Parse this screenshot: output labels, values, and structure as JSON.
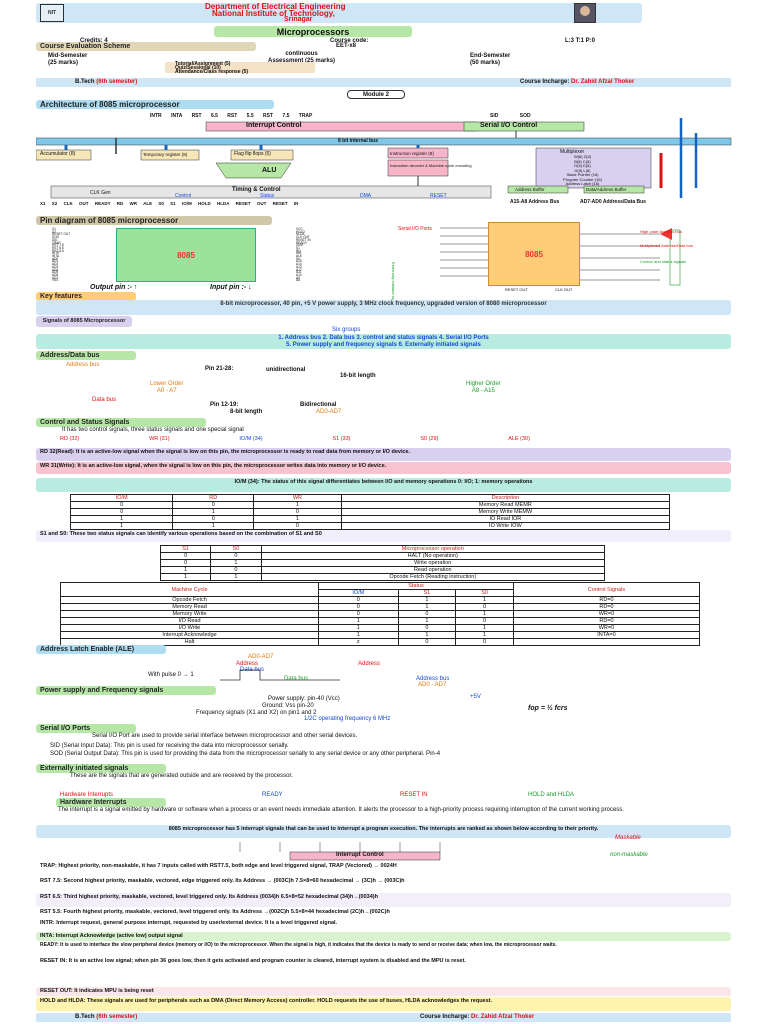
{
  "header": {
    "dept": "Department of Electrical Engineering",
    "inst": "National Institute of Technology,",
    "city": "Srinagar"
  },
  "course": {
    "credits": "Credits: 4",
    "code_label": "Course code:",
    "code": "EET-x8",
    "ltp": "L:3     T:1     P:0",
    "title": "Microprocessors"
  },
  "eval": {
    "title": "Course Evaluation Scheme",
    "mid": "Mid-Semester",
    "mid_marks": "(25 marks)",
    "cont": "continuous",
    "cont_marks": "Assessment (25 marks)",
    "end": "End-Semester",
    "end_marks": "(50 marks)",
    "tut": "Tutorial/Assignment (5)",
    "quiz": "Quiz/Sessional (10)",
    "att": "Attendance/Class response (5)"
  },
  "footer": {
    "btech": "B.Tech",
    "sem": "(6th semester)",
    "incharge_label": "Course Incharge:",
    "incharge": "Dr. Zahid Afzal Thoker"
  },
  "module": "Module 2",
  "arch": {
    "title": "Architecture of 8085 microprocessor",
    "interrupt": "Interrupt Control",
    "serial": "Serial I/O Control",
    "bus": "8 bit internal bus",
    "acc": "Accumulator (8)",
    "temp": "Temporary register (8)",
    "flag": "Flag flip flops (5)",
    "ir": "Instruction register (8)",
    "dec": "Instruction decoder & Machine cycle encoding",
    "alu": "ALU",
    "timing": "Timing & Control",
    "clk": "CLK Gen",
    "control": "Control",
    "status": "Status",
    "dma": "DMA",
    "reset": "RESET",
    "mux": "Multiplexer",
    "regs": [
      "W(8)  Z(8)",
      "B(8)  C(8)",
      "D(8)  E(8)",
      "H(8)  L(8)",
      "Stack Pointer (16)",
      "Program Counter (16)",
      "Address Latch (16)"
    ],
    "ab": "Address Buffer",
    "adb": "Data/Address Buffer",
    "abus": "A15-A8 Address Bus",
    "adbus": "AD7-AD0 Address/Data Bus",
    "int_pins": [
      "INTR",
      "INTA",
      "RST 6.5",
      "RST 5.5",
      "RST 7.5",
      "TRAP"
    ],
    "sio_pins": [
      "SID",
      "SOD"
    ],
    "bottom_pins": [
      "X1",
      "X2",
      "CLK OUT",
      "READY",
      "RD",
      "WR",
      "ALE",
      "S0",
      "S1",
      "IO/M",
      "HOLD",
      "HLDA",
      "RESET OUT",
      "RESET IN"
    ]
  },
  "pins": {
    "title": "Pin diagram of 8085 microprocessor",
    "chip": "8085",
    "left": [
      "X1",
      "X2",
      "RESET OUT",
      "SOD",
      "SID",
      "TRAP",
      "RST 7.5",
      "RST 6.5",
      "RST 5.5",
      "INTR",
      "INTA",
      "AD0",
      "AD1",
      "AD2",
      "AD3",
      "AD4",
      "AD5",
      "AD6",
      "AD7",
      "VSS"
    ],
    "right": [
      "VCC",
      "HOLD",
      "HLDA",
      "CLK OUT",
      "RESET IN",
      "READY",
      "IO/M",
      "S1",
      "RD",
      "WR",
      "ALE",
      "S0",
      "A15",
      "A14",
      "A13",
      "A12",
      "A11",
      "A10",
      "A9",
      "A8"
    ],
    "output_note": "Output pin :- ↑",
    "input_note": "Input pin :- ↓",
    "serial_label": "Serial I/O Ports",
    "ext_label": "Externally initiated signals",
    "reset_label": "RESET OUT",
    "clk_label": "CLK OUT",
    "right_labels": [
      "High order Address bus",
      "Multiplexed Address/Data bus",
      "Control and status signals"
    ]
  },
  "key": {
    "title": "Key features",
    "text": "8-bit microprocessor, 40 pin, +5 V power supply, 3 MHz clock frequency, upgraded version of 8080 microprocessor"
  },
  "signals": {
    "title": "Signals of 8085 Microprocessor",
    "six": "Six groups",
    "list1": "1. Address bus     2. Data bus     3. control and status signals     4. Serial I/O Ports",
    "list2": "5. Power supply and frequency signals     6. Externally initiated signals"
  },
  "adbus": {
    "title": "Address/Data bus",
    "addr": "Address bus",
    "pin": "Pin 21-28:",
    "uni": "unidirectional",
    "len16": "16-bit length",
    "lower": "Lower Order",
    "lower_r": "A0 - A7",
    "higher": "Higher Order",
    "higher_r": "A8 - A15",
    "data": "Data bus",
    "pin2": "Pin 12-19:",
    "bi": "Bidirectional",
    "len8": "8-bit length",
    "ad": "AD0-AD7"
  },
  "ctrl": {
    "title": "Control and Status Signals",
    "intro": "It has two control signals, three status signals and one special signal",
    "items": [
      "RD (32)",
      "WR (31)",
      "IO/M (34)",
      "S1 (33)",
      "S0 (29)",
      "ALE (30)"
    ],
    "rd": "RD 32(Read): It is an active-low signal when the signal is low on this pin, the microprocessor is ready to read data from memory or I/O device.",
    "wr": "WR 31(Write): It is an active-low signal, when the signal is low on this pin, the microprocessor writes data into memory or I/O device.",
    "iom": "IO/M (34): The status of this signal differentiates between I/O and memory operations 0: I/O; 1: memory operations",
    "s0s1": "S1 and S0: These two status signals can identify various operations based on the combination of S1 and S0"
  },
  "t1": {
    "head": [
      "IO/M",
      "RD",
      "WR",
      "Description"
    ],
    "rows": [
      [
        "0",
        "0",
        "1",
        "Memory Read MEMR"
      ],
      [
        "0",
        "1",
        "0",
        "Memory Write MEMW"
      ],
      [
        "1",
        "0",
        "1",
        "IO Read IOR"
      ],
      [
        "1",
        "1",
        "0",
        "IO Write IOW"
      ]
    ]
  },
  "t2": {
    "head": [
      "S1",
      "S0",
      "Microprocessor operation"
    ],
    "rows": [
      [
        "0",
        "0",
        "HALT (No operation)"
      ],
      [
        "0",
        "1",
        "Write operation"
      ],
      [
        "1",
        "0",
        "Read operation"
      ],
      [
        "1",
        "1",
        "Opcode Fetch (Reading instruction)"
      ]
    ]
  },
  "t3": {
    "head": [
      "Machine Cycle",
      "IO/M",
      "S1",
      "S0",
      "Control Signals"
    ],
    "status": "Status",
    "rows": [
      [
        "Opcode Fetch",
        "0",
        "1",
        "1",
        "RD=0"
      ],
      [
        "Memory Read",
        "0",
        "1",
        "0",
        "RD=0"
      ],
      [
        "Memory Write",
        "0",
        "0",
        "1",
        "WR=0"
      ],
      [
        "I/O Read",
        "1",
        "1",
        "0",
        "RD=0"
      ],
      [
        "I/O Write",
        "1",
        "0",
        "1",
        "WR=0"
      ],
      [
        "Interrupt Acknowledge",
        "1",
        "1",
        "1",
        "INTA=0"
      ],
      [
        "Halt",
        "z",
        "0",
        "0",
        ""
      ]
    ]
  },
  "ale": {
    "title": "Address Latch Enable (ALE)",
    "ad": "AD0-AD7",
    "addr": "Address",
    "addr2": "Address",
    "data": "Data bus",
    "pulse": "With pulse 0 → 1",
    "data2": "Data bus",
    "a2": "Address bus",
    "a2r": "AD0 - AD7"
  },
  "power": {
    "title": "Power supply and Frequency signals",
    "l1": "Power supply: pin-40 (Vcc)",
    "v": "+5V",
    "l2": "Ground: Vss pin-20",
    "l3": "Frequency signals (X1 and X2) on pin1 and 2",
    "f": "fop = ½ fcrs",
    "l4": "1/2C operating frequency 6 MHz"
  },
  "serial": {
    "title": "Serial I/O Ports",
    "l1": "Serial I/O Port are used to provide serial interface between microprocessor and other serial devices.",
    "l2": "SID (Serial Input Data): This pin is used for receiving the data into microprocessor serially.",
    "l3": "SOD (Serial Output Data): This pin is used for providing the data from the microprocessor serially to any serial device or any other peripheral. Pin-4"
  },
  "ext": {
    "title": "Externally initiated signals",
    "line": "These are the signals that are generated outside and are received by the processor.",
    "hw": "Hardware Interrupts",
    "ready": "READY",
    "reset": "RESET IN",
    "hold": "HOLD and HLDA"
  },
  "hwi": {
    "title": "Hardware Interrupts",
    "def": "The interrupt is a signal emitted by hardware or software when a process or an event needs immediate attention. It alerts the processor to a high-priority process requiring interruption of the current working process.",
    "five": "8085 microprocessor has 5 interrupt signals that can be used to interrupt a program execution. The interrupts are ranked as shown below according to their priority.",
    "maskable": "Maskable",
    "non": "non-maskable",
    "trap": "TRAP: Highest priority, non-maskable, it has 7 inputs called with RST7.5, both edge and level triggered signal, TRAP (Vectored) → 0024H",
    "rst75": "RST 7.5: Second highest priority, maskable, vectored, edge triggered only. Its Address → (003C)h 7.5×8=60 hexadecimal → (3C)h → (003C)h",
    "rst65": "RST 6.5: Third highest priority, maskable, vectored, level triggered only. Its Address (0034)h 6.5×8=52 hexadecimal (34)h→(0034)h",
    "rst55": "RST 5.5: Fourth highest priority, maskable, vectored, level triggered only. Its Address →(002C)h 5.5×8=44 hexadecimal (2C)h→(002C)h",
    "intr": "INTR: Interrupt request, general purpose interrupt, requested by user/external device. It is a level triggered signal.",
    "inta": "INTA: Interrupt Acknowledge (active low) output signal",
    "ready": "READY: It is used to interface the slow peripheral device (memory or I/O) to the microprocessor. When the signal is high, it indicates that the device is ready to send or receive data; when low, the microprocessor waits.",
    "resetin": "RESET IN: It is an active low signal; when pin 36 goes low, then it gets activated and program counter is cleared, interrupt system is disabled and the MPU is reset.",
    "resetout": "RESET OUT: It indicates MPU is being reset",
    "hold": "HOLD and HLDA: These signals are used for peripherals such as DMA (Direct Memory Access) controller. HOLD requests the use of buses, HLDA acknowledges the request."
  },
  "colors": {
    "green": "#b6e7a7",
    "blue": "#aedcf0",
    "teal": "#9fe0d2",
    "pink": "#f7b9c8",
    "orange": "#ffcc7a"
  }
}
